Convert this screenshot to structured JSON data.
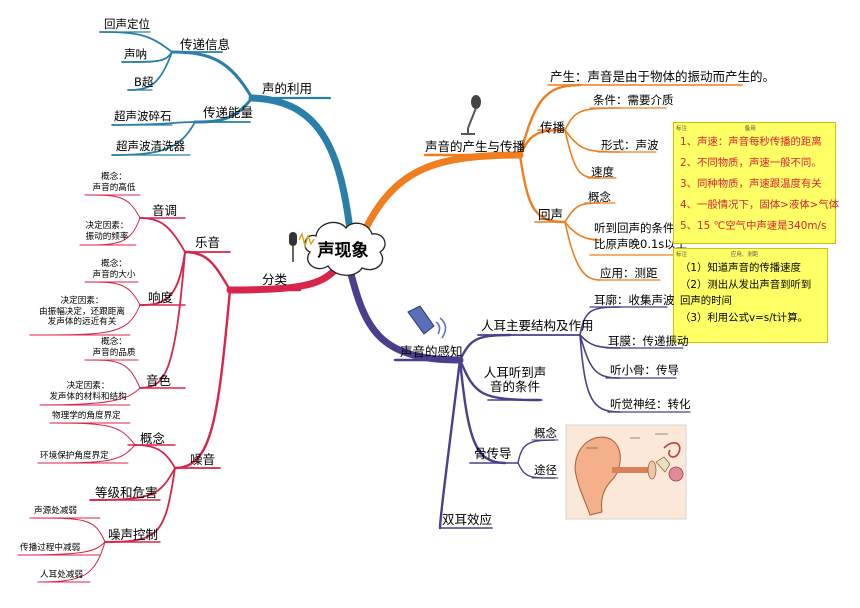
{
  "center": "声现象",
  "branch_colors": {
    "use": "#2a7fa8",
    "production": "#f07d1e",
    "classification": "#d8254a",
    "perception": "#4a3f8e"
  },
  "use": {
    "title": "声的利用",
    "info": {
      "label": "传递信息",
      "items": [
        "回声定位",
        "声呐",
        "B超"
      ]
    },
    "energy": {
      "label": "传递能量",
      "items": [
        "超声波碎石",
        "超声波清洗器"
      ]
    }
  },
  "production": {
    "title": "声音的产生与传播",
    "origin": "产生：声音是由于物体的振动而产生的。",
    "propagation": {
      "label": "传播",
      "items": [
        "条件：需要介质",
        "形式：声波",
        "速度"
      ]
    },
    "echo": {
      "label": "回声",
      "concept": "概念",
      "condition_1": "听到回声的条件：",
      "condition_2": "比原声晚0.1s以上",
      "application": "应用：测距"
    },
    "note_speed": {
      "header": [
        "标注",
        "备用"
      ],
      "lines": [
        "1、声速：声音每秒传播的距离",
        "2、不同物质，声速一般不同。",
        "3、同种物质，声速跟温度有关",
        "4、一般情况下，固体>液体>气体",
        "5、15 ℃空气中声速是340m/s"
      ]
    },
    "note_echo": {
      "header": [
        "标注",
        "应用、测距"
      ],
      "lines": [
        "（1）知道声音的传播速度",
        "（2）测出从发出声音到听到",
        "回声的时间",
        "（3）利用公式v=s/t计算。"
      ]
    }
  },
  "classification": {
    "title": "分类",
    "music": {
      "label": "乐音",
      "pitch": {
        "label": "音调",
        "concept": [
          "概念：",
          "声音的高低"
        ],
        "factor": [
          "决定因素：",
          "振动的频率"
        ]
      },
      "loudness": {
        "label": "响度",
        "concept": [
          "概念：",
          "声音的大小"
        ],
        "factor": [
          "决定因素：",
          "由振幅决定，还跟距离",
          "发声体的远近有关"
        ]
      },
      "timbre": {
        "label": "音色",
        "concept": [
          "概念：",
          "声音的品质"
        ],
        "factor": [
          "决定因素：",
          "发声体的材料和结构"
        ]
      }
    },
    "noise": {
      "label": "噪音",
      "concept": {
        "label": "概念",
        "items": [
          "物理学的角度界定",
          "环境保护角度界定"
        ]
      },
      "level": "等级和危害",
      "control": {
        "label": "噪声控制",
        "items": [
          "声源处减弱",
          "传播过程中减弱",
          "人耳处减弱"
        ]
      }
    }
  },
  "perception": {
    "title": "声音的感知",
    "structure": {
      "label": "人耳主要结构及作用",
      "items": [
        "耳廓：收集声波",
        "耳膜：传递振动",
        "听小骨：传导",
        "听觉神经：转化"
      ]
    },
    "hearing": [
      "人耳听到声",
      "音的条件"
    ],
    "bone": {
      "label": "骨传导",
      "items": [
        "概念",
        "途径"
      ]
    },
    "binaural": "双耳效应"
  }
}
